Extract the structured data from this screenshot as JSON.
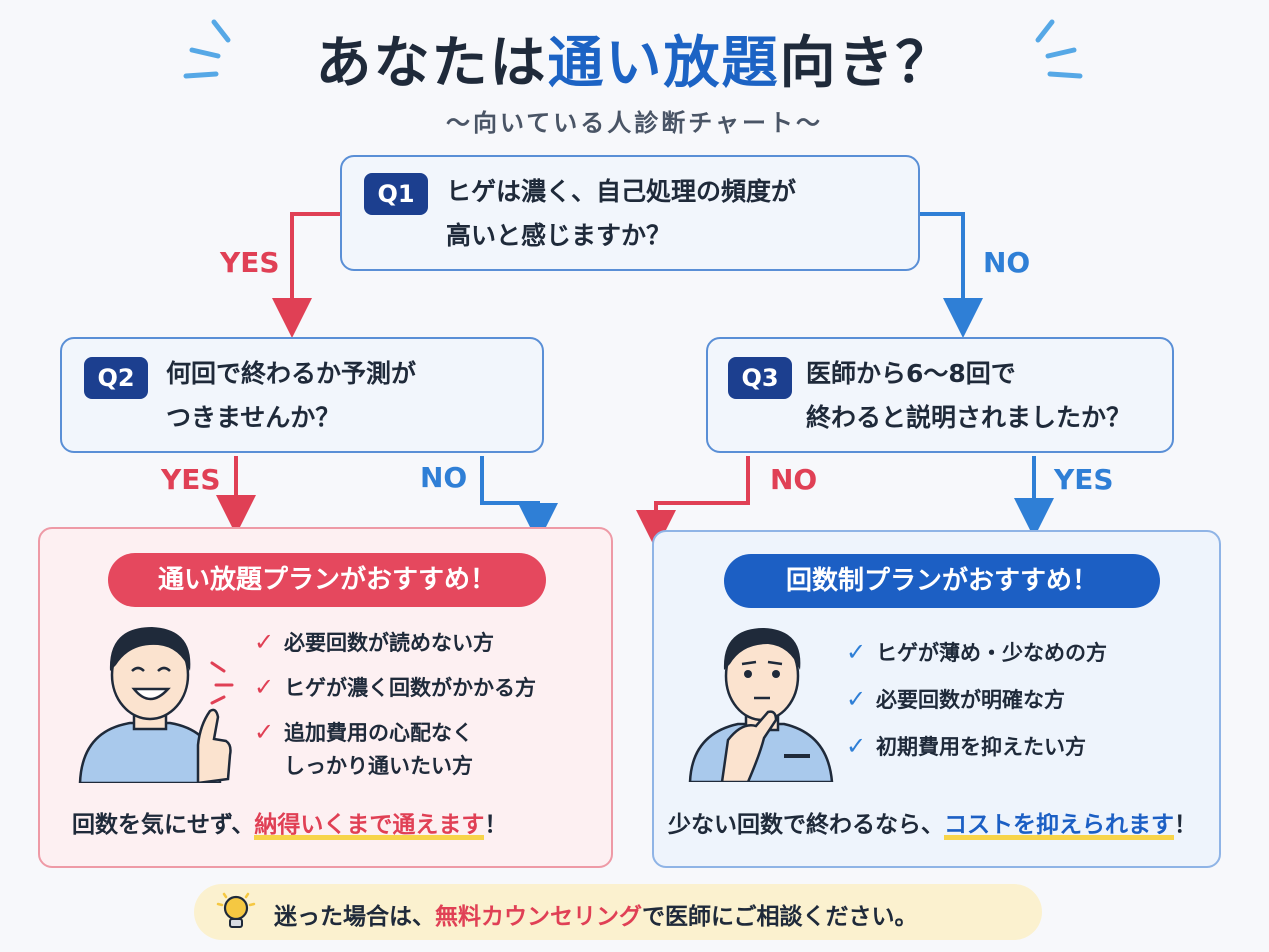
{
  "title": {
    "pre": "あなたは",
    "highlight": "通い放題",
    "post": "向き？"
  },
  "subtitle": "〜向いている人診断チャート〜",
  "q1": {
    "tag": "Q1",
    "line1": "ヒゲは濃く、自己処理の頻度が",
    "line2": "高いと感じますか？"
  },
  "q2": {
    "tag": "Q2",
    "line1": "何回で終わるか予測が",
    "line2": "つきませんか？"
  },
  "q3": {
    "tag": "Q3",
    "line1": "医師から6〜8回で",
    "line2": "終わると説明されましたか？"
  },
  "labels": {
    "yes": "YES",
    "no": "NO"
  },
  "result_left": {
    "title": "通い放題プランがおすすめ！",
    "items": [
      "必要回数が読めない方",
      "ヒゲが濃く回数がかかる方",
      "追加費用の心配なく",
      "しっかり通いたい方"
    ],
    "summary_pre": "回数を気にせず、",
    "summary_hl": "納得いくまで通えます",
    "summary_post": "！"
  },
  "result_right": {
    "title": "回数制プランがおすすめ！",
    "items": [
      "ヒゲが薄め・少なめの方",
      "必要回数が明確な方",
      "初期費用を抑えたい方"
    ],
    "summary_pre": "少ない回数で終わるなら、",
    "summary_hl": "コストを抑えられます",
    "summary_post": "！"
  },
  "footer": {
    "pre": "迷った場合は、",
    "hl": "無料カウンセリング",
    "post": "で医師にご相談ください。"
  },
  "colors": {
    "yes": "#e04055",
    "no": "#2f7fd6",
    "navy": "#1c3f8f",
    "pink": "#e5485e",
    "blue": "#1c5fc4"
  }
}
